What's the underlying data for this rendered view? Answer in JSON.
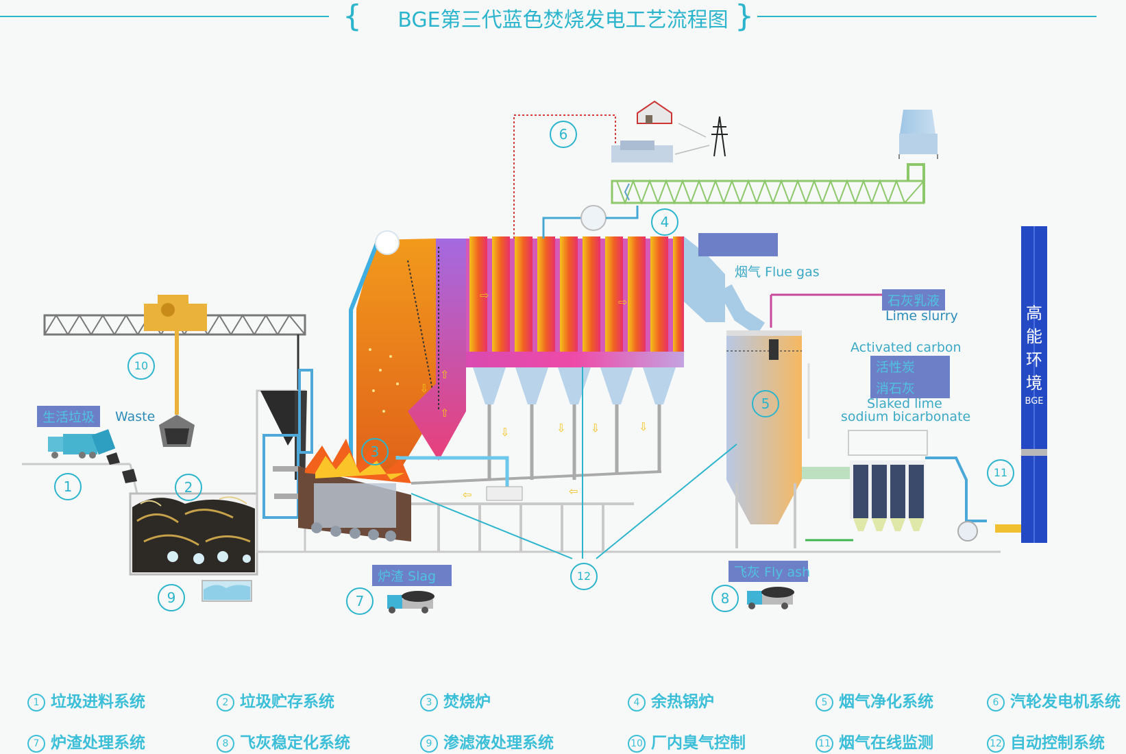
{
  "title": "BGE第三代蓝色焚烧发电工艺流程图",
  "labels": {
    "waste_cn": "生活垃圾",
    "waste_en": "Waste",
    "flue_gas": "烟气 Flue gas",
    "lime_slurry_cn": "石灰乳液",
    "lime_slurry_en": "Lime slurry",
    "activated_carbon_en": "Activated carbon",
    "activated_carbon_cn": "活性炭",
    "slaked_lime_cn": "消石灰",
    "slaked_lime_en": "Slaked lime",
    "sodium_bicarbonate": "sodium bicarbonate",
    "slag": "炉渣 Slag",
    "fly_ash": "飞灰 Fly ash",
    "stack_cn": "高能环境",
    "stack_en": "BGE"
  },
  "numbers": {
    "n1": "1",
    "n2": "2",
    "n3": "3",
    "n4": "4",
    "n5": "5",
    "n6": "6",
    "n7": "7",
    "n8": "8",
    "n9": "9",
    "n10": "10",
    "n11": "11",
    "n12": "12"
  },
  "legend": [
    {
      "num": "1",
      "text": "垃圾进料系统"
    },
    {
      "num": "2",
      "text": "垃圾贮存系统"
    },
    {
      "num": "3",
      "text": "焚烧炉"
    },
    {
      "num": "4",
      "text": "余热锅炉"
    },
    {
      "num": "5",
      "text": "烟气净化系统"
    },
    {
      "num": "6",
      "text": "汽轮发电机系统"
    },
    {
      "num": "7",
      "text": "炉渣处理系统"
    },
    {
      "num": "8",
      "text": "飞灰稳定化系统"
    },
    {
      "num": "9",
      "text": "渗滤液处理系统"
    },
    {
      "num": "10",
      "text": "厂内臭气控制"
    },
    {
      "num": "11",
      "text": "烟气在线监测"
    },
    {
      "num": "12",
      "text": "自动控制系统"
    }
  ],
  "colors": {
    "accent": "#2bb5cc",
    "label_box": "#6d7fc6",
    "stack": "#2449c4",
    "pipe_green": "#8cc76a"
  }
}
